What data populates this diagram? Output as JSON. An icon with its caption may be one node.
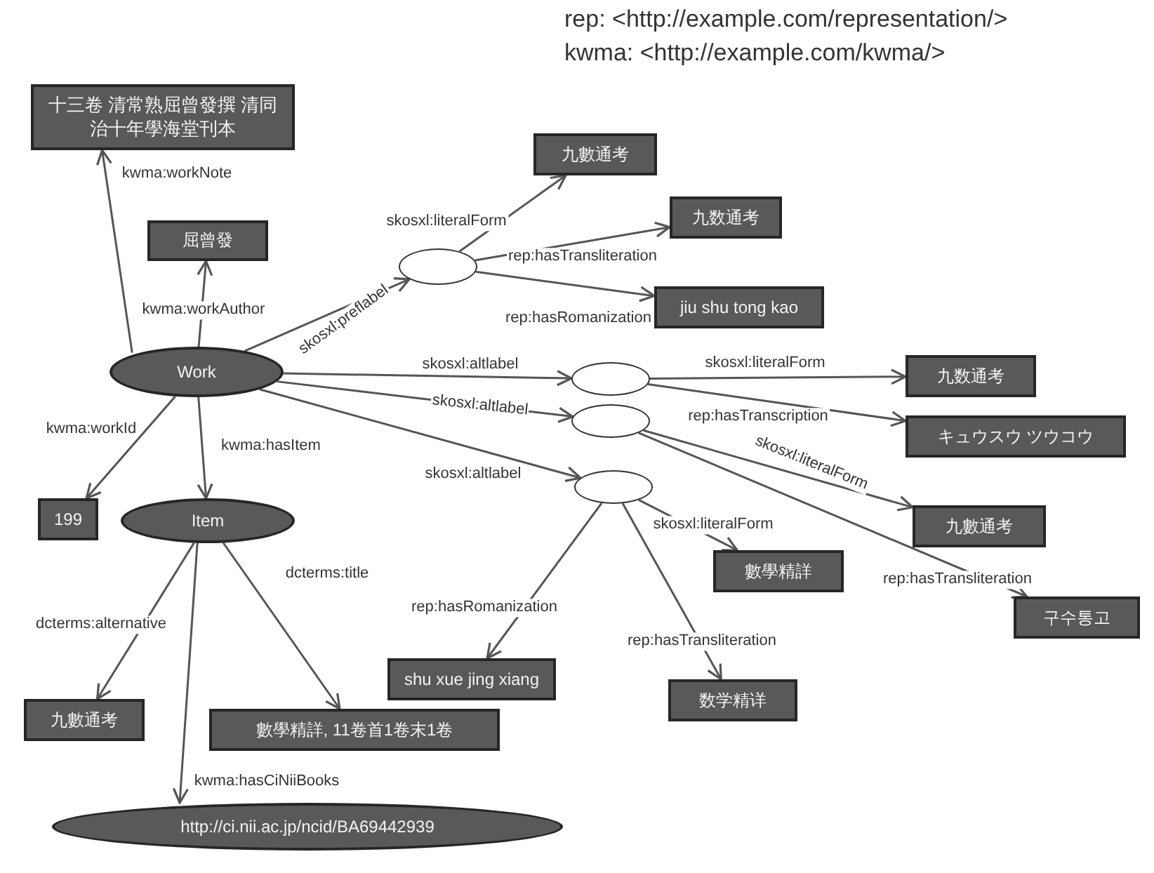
{
  "diagram": {
    "nodes": [
      {
        "text": [
          "十三卷 清常熟屈曾發撰 清同治十年學海堂刊本"
        ]
      },
      {
        "text": [
          "屈曾發"
        ]
      },
      {
        "text": [
          "Work"
        ]
      },
      {
        "text": [],
        "shape": "ellipse"
      },
      {
        "text": [
          "九數通考"
        ]
      },
      {
        "text": [
          "九数通考"
        ]
      },
      {
        "text": [
          "jiu shu tong kao"
        ]
      },
      {
        "text": [],
        "shape": "ellipse"
      },
      {
        "text": [],
        "shape": "ellipse"
      },
      {
        "text": [],
        "shape": "ellipse"
      },
      {
        "text": [
          "九数通考"
        ]
      },
      {
        "text": [
          "キュウスウ ツウコウ"
        ]
      },
      {
        "text": [
          "九數通考"
        ]
      },
      {
        "text": [
          "구수통고"
        ]
      },
      {
        "text": [
          "數學精詳"
        ]
      },
      {
        "text": [
          "shu xue jing xiang"
        ]
      },
      {
        "text": [
          "数学精详"
        ]
      },
      {
        "text": [
          "199"
        ]
      },
      {
        "text": [
          "Item"
        ]
      },
      {
        "text": [
          "九數通考"
        ]
      },
      {
        "text": [
          "數學精詳, 11卷首1卷末1卷"
        ]
      },
      {
        "text": [
          "http://ci.nii.ac.jp/ncid/BA69442939"
        ]
      }
    ],
    "edges": [
      {
        "from": 2,
        "to": 0,
        "arrow": "to",
        "label": "kwma:workNote"
      },
      {
        "from": 2,
        "to": 1,
        "arrow": "to",
        "label": "kwma:workAuthor"
      },
      {
        "from": 2,
        "to": 3,
        "arrow": "to",
        "label": "skosxl:preflabel"
      },
      {
        "from": 3,
        "to": 4,
        "arrow": "to",
        "label": "skosxl:literalForm"
      },
      {
        "from": 3,
        "to": 5,
        "arrow": "to",
        "label": "rep:hasTransliteration"
      },
      {
        "from": 3,
        "to": 6,
        "arrow": "to",
        "label": "rep:hasRomanization"
      },
      {
        "from": 2,
        "to": 7,
        "arrow": "to",
        "label": "skosxl:altlabel"
      },
      {
        "from": 2,
        "to": 8,
        "arrow": "to",
        "label": "skosxl:altlabel"
      },
      {
        "from": 2,
        "to": 9,
        "arrow": "to",
        "label": "skosxl:altlabel"
      },
      {
        "from": 7,
        "to": 10,
        "arrow": "to",
        "label": "skosxl:literalForm"
      },
      {
        "from": 7,
        "to": 11,
        "arrow": "to",
        "label": "rep:hasTranscription"
      },
      {
        "from": 8,
        "to": 12,
        "arrow": "to",
        "label": "skosxl:literalForm"
      },
      {
        "from": 8,
        "to": 13,
        "arrow": "to",
        "label": "rep:hasTransliteration"
      },
      {
        "from": 9,
        "to": 14,
        "arrow": "to",
        "label": "skosxl:literalForm"
      },
      {
        "from": 9,
        "to": 15,
        "arrow": "to",
        "label": "rep:hasRomanization"
      },
      {
        "from": 9,
        "to": 16,
        "arrow": "to",
        "label": "rep:hasTransliteration"
      },
      {
        "from": 2,
        "to": 17,
        "arrow": "to",
        "label": "kwma:workId"
      },
      {
        "from": 2,
        "to": 18,
        "arrow": "to",
        "label": "kwma:hasItem"
      },
      {
        "from": 18,
        "to": 19,
        "arrow": "to",
        "label": "dcterms:alternative"
      },
      {
        "from": 18,
        "to": 20,
        "arrow": "to",
        "label": "dcterms:title"
      },
      {
        "from": 18,
        "to": 21,
        "arrow": "to",
        "label": "kwma:hasCiNiiBooks"
      }
    ],
    "labels": [
      "rep: <http://example.com/representation/>",
      "kwma: <http://example.com/kwma/>"
    ]
  }
}
